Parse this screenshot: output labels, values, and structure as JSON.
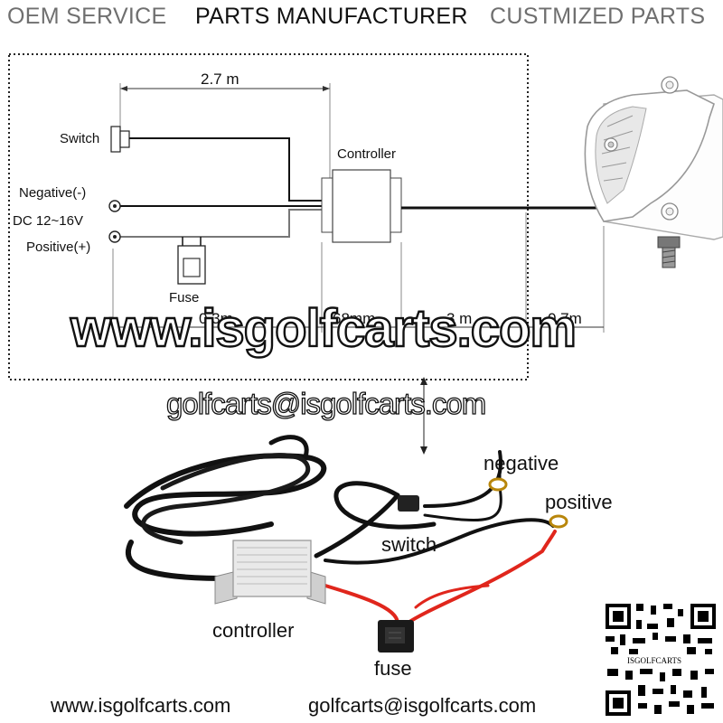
{
  "header": {
    "oem": "OEM SERVICE",
    "parts": "PARTS MANUFACTURER",
    "custom": "CUSTMIZED PARTS"
  },
  "diagram": {
    "len_top": "2.7 m",
    "switch_label": "Switch",
    "controller_label": "Controller",
    "negative_label": "Negative(-)",
    "dc_label": "DC 12~16V",
    "positive_label": "Positive(+)",
    "fuse_label": "Fuse",
    "len_1": "0.3m",
    "len_2": "68mm",
    "len_3": "3 m",
    "len_4": "0.7m"
  },
  "watermark": {
    "site": "www.isgolfcarts.com",
    "email": "golfcarts@isgolfcarts.com"
  },
  "photo": {
    "negative": "negative",
    "positive": "positive",
    "switch": "switch",
    "controller": "controller",
    "fuse": "fuse"
  },
  "qr_text": "ISGOLFCARTS",
  "footer": {
    "website": "www.isgolfcarts.com",
    "email": "golfcarts@isgolfcarts.com"
  },
  "colors": {
    "wire": "#111111",
    "red_wire": "#e0261c",
    "header_grey": "#6f6f6f"
  }
}
